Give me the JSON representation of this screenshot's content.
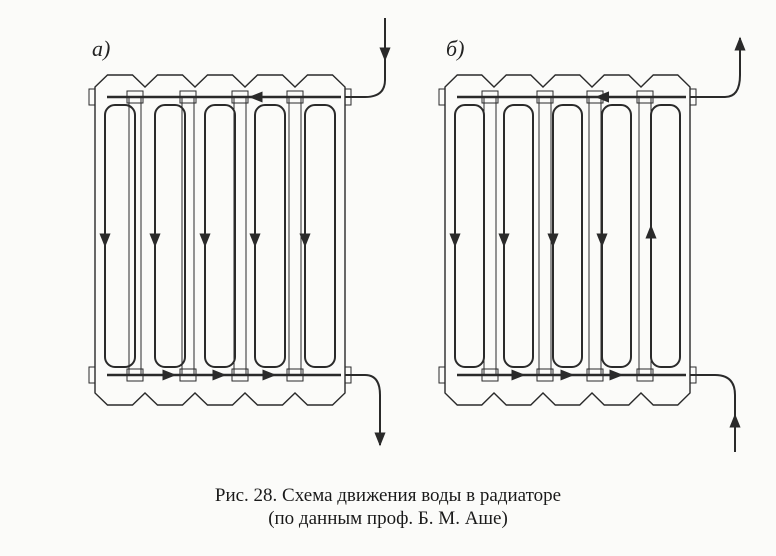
{
  "figure": {
    "label_a": "а)",
    "label_b": "б)",
    "caption_line1": "Рис. 28. Схема движения воды в радиаторе",
    "caption_line2": "(по данным проф. Б. М. Аше)"
  },
  "colors": {
    "ink": "#2a2a2a",
    "paper": "#fbfbf9"
  }
}
